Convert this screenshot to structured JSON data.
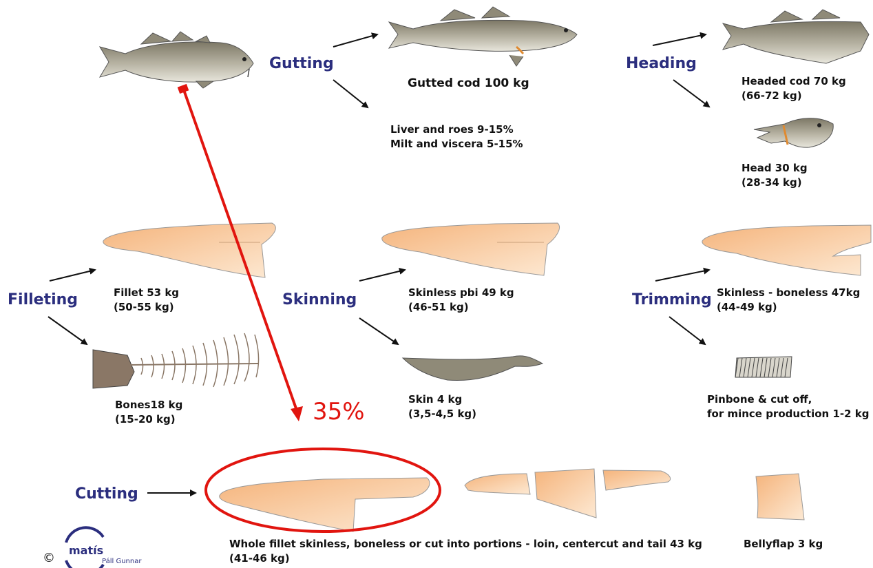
{
  "steps": {
    "gutting": "Gutting",
    "heading": "Heading",
    "filleting": "Filleting",
    "skinning": "Skinning",
    "trimming": "Trimming",
    "cutting": "Cutting"
  },
  "products": {
    "gutted": "Gutted cod 100 kg",
    "liver": "Liver and roes 9-15%",
    "milt": "Milt and viscera 5-15%",
    "headed": "Headed cod 70 kg",
    "headed_range": "(66-72 kg)",
    "head": "Head 30 kg",
    "head_range": "(28-34 kg)",
    "fillet": "Fillet 53 kg",
    "fillet_range": "(50-55 kg)",
    "bones": "Bones18 kg",
    "bones_range": "(15-20 kg)",
    "skinless": "Skinless pbi 49 kg",
    "skinless_range": "(46-51 kg)",
    "skin": "Skin 4 kg",
    "skin_range": "(3,5-4,5 kg)",
    "boneless": "Skinless - boneless 47kg",
    "boneless_range": "(44-49 kg)",
    "pinbone": "Pinbone & cut off,",
    "pinbone_use": "for mince production 1-2 kg",
    "whole": "Whole fillet skinless, boneless or cut into portions - loin, centercut and tail 43 kg",
    "whole_range": "(41-46 kg)",
    "bellyflap": "Bellyflap 3 kg"
  },
  "annotation": {
    "percent": "35%"
  },
  "credit": {
    "copyright": "©",
    "logo": "matís",
    "author": "Páll Gunnar"
  },
  "colors": {
    "step": "#2b2e7e",
    "accent": "#e1150f",
    "fillet": "#f7c896",
    "fish": "#8f8a78"
  }
}
